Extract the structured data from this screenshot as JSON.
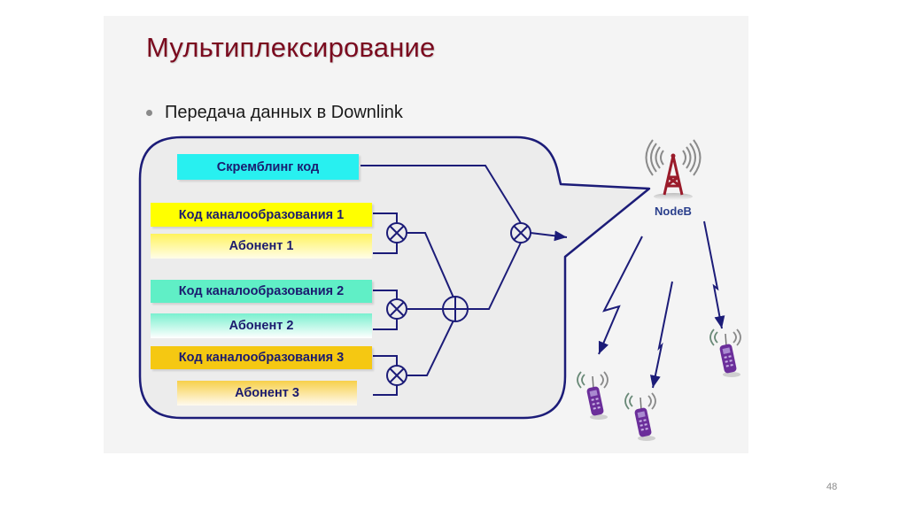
{
  "slide": {
    "title": "Мультиплексирование",
    "bullet": "Передача данных в Downlink",
    "page_number": "48"
  },
  "diagram": {
    "scrambling_code": "Скремблинг код",
    "channels": [
      {
        "code_label": "Код каналообразования 1",
        "subscriber_label": "Абонент 1",
        "code_color": "#ffff00",
        "subscriber_color": "#fffaa0"
      },
      {
        "code_label": "Код каналообразования 2",
        "subscriber_label": "Абонент 2",
        "code_color": "#5ff0c8",
        "subscriber_color": "#b8f5e3"
      },
      {
        "code_label": "Код каналообразования 3",
        "subscriber_label": "Абонент 3",
        "code_color": "#f5cc10",
        "subscriber_color": "#fde7a0"
      }
    ],
    "scrambling_color": "#28f0f0",
    "line_color": "#1c1c78",
    "base_station_label": "NodeB",
    "base_station_color": "#9a1b2a",
    "terminal_color": "#6b2e9a",
    "terminal_count": 3
  }
}
